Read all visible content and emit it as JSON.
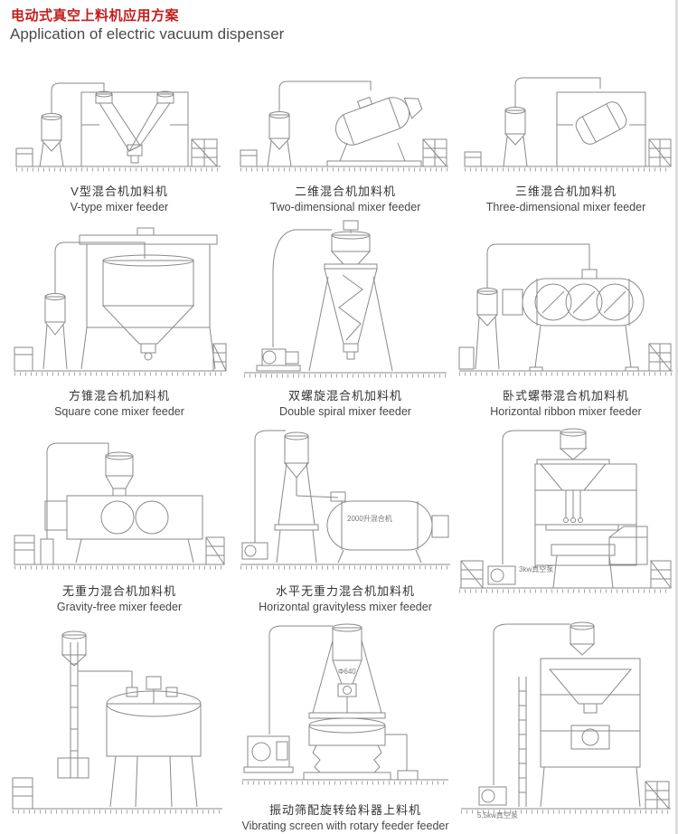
{
  "page": {
    "title_cn": "电动式真空上料机应用方案",
    "title_en": "Application of electric vacuum dispenser",
    "accent_color": "#c21d1d",
    "line_color": "#8a8a8a"
  },
  "cells": [
    {
      "caption_cn": "V型混合机加料机",
      "caption_en": "V-type mixer feeder"
    },
    {
      "caption_cn": "二维混合机加料机",
      "caption_en": "Two-dimensional mixer feeder"
    },
    {
      "caption_cn": "三维混合机加料机",
      "caption_en": "Three-dimensional mixer feeder"
    },
    {
      "caption_cn": "方锥混合机加料机",
      "caption_en": "Square cone mixer feeder"
    },
    {
      "caption_cn": "双螺旋混合机加料机",
      "caption_en": "Double spiral mixer feeder"
    },
    {
      "caption_cn": "卧式螺带混合机加料机",
      "caption_en": "Horizontal ribbon mixer feeder"
    },
    {
      "caption_cn": "无重力混合机加料机",
      "caption_en": "Gravity-free mixer feeder"
    },
    {
      "caption_cn": "水平无重力混合机加料机",
      "caption_en": "Horizontal gravityless mixer feeder",
      "machine_label": "2000升混合机"
    },
    {
      "machine_label": "3kw真空泵"
    },
    {},
    {
      "caption_cn": "振动筛配旋转给料器上料机",
      "caption_en": "Vibrating screen with rotary feeder feeder",
      "machine_label": "Φ640"
    },
    {
      "machine_label": "5.5kw真空泵"
    }
  ]
}
